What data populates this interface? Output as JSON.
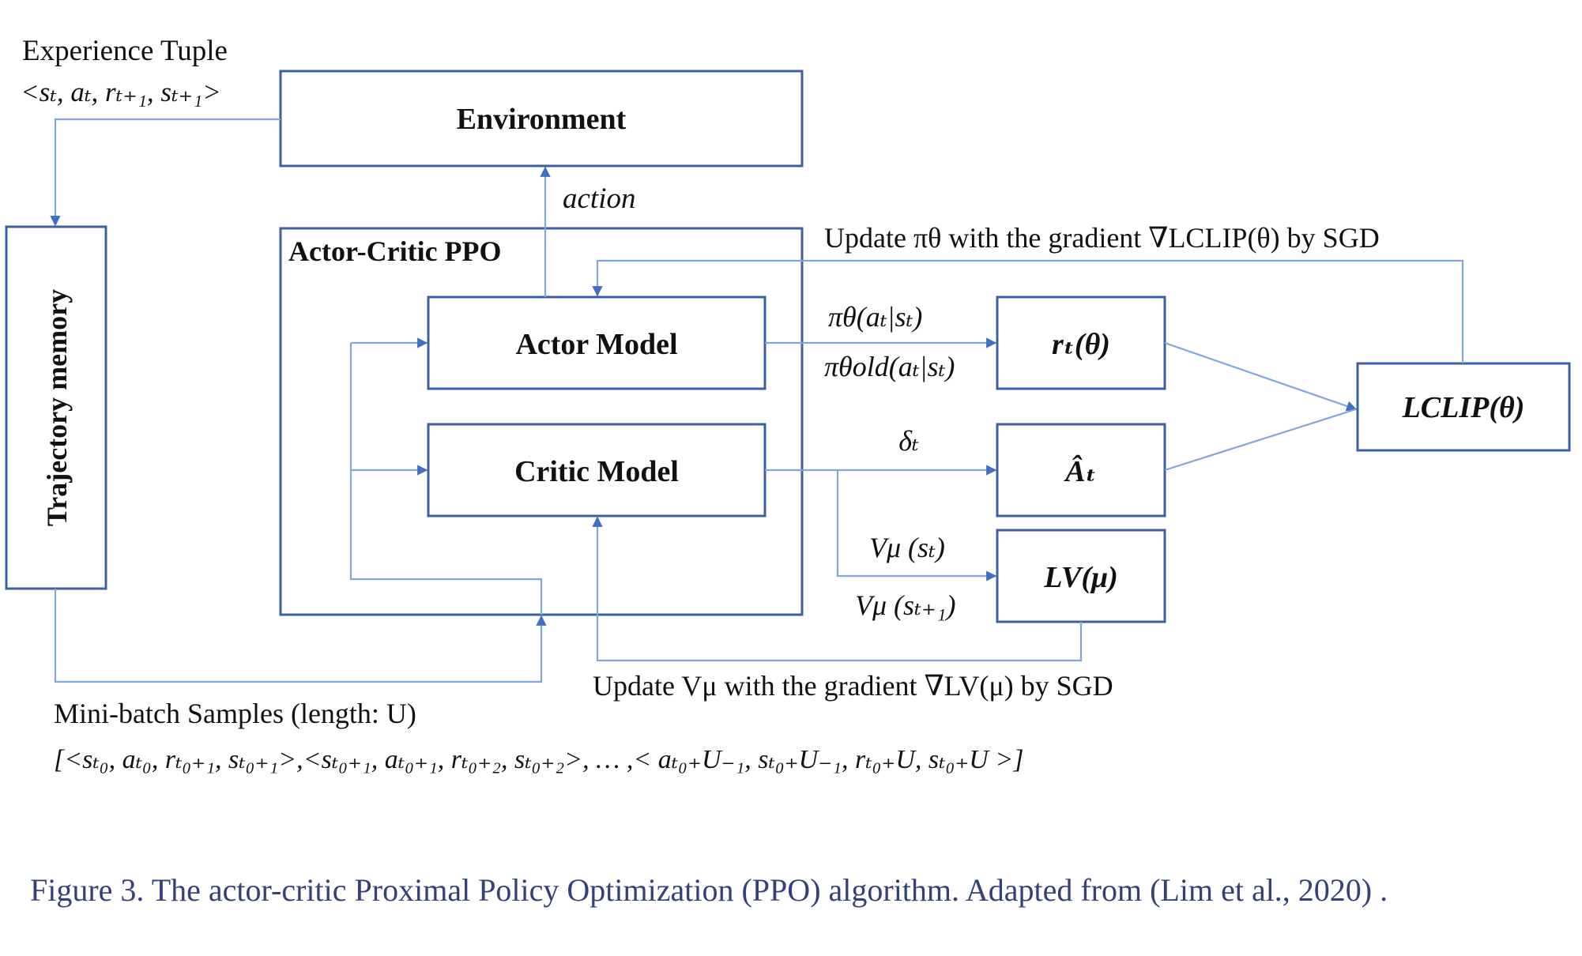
{
  "colors": {
    "box_stroke": "#3d5fa3",
    "arrow": "#7fa6dd",
    "caption": "#34407a"
  },
  "labels": {
    "experience_tuple": "Experience Tuple",
    "experience_tuple_math": "<sₜ, aₜ, rₜ₊₁, sₜ₊₁>",
    "environment": "Environment",
    "action": "action",
    "trajectory_memory": "Trajectory memory",
    "actor_critic_ppo": "Actor-Critic PPO",
    "actor_model": "Actor Model",
    "critic_model": "Critic Model",
    "update_policy": "Update πθ with the gradient ∇LCLIP(θ) by SGD",
    "pi_theta": "πθ(aₜ|sₜ)",
    "pi_theta_old": "πθold(aₜ|sₜ)",
    "ratio": "rₜ(θ)",
    "delta": "δₜ",
    "advantage": "Âₜ",
    "value_st": "Vμ (sₜ)",
    "value_st1": "Vμ (sₜ₊₁)",
    "value_loss": "LV(μ)",
    "clip_loss": "LCLIP(θ)",
    "update_value": "Update Vμ with the gradient ∇LV(μ) by SGD",
    "minibatch_title": "Mini-batch Samples (length: U)",
    "minibatch_math": "[<sₜ₀, aₜ₀, rₜ₀₊₁, sₜ₀₊₁>,<sₜ₀₊₁, aₜ₀₊₁, rₜ₀₊₂, sₜ₀₊₂>, … ,< aₜ₀₊U₋₁, sₜ₀₊U₋₁, rₜ₀₊U, sₜ₀₊U >]"
  },
  "caption": "Figure 3. The actor-critic Proximal Policy Optimization (PPO) algorithm. Adapted from (Lim et al., 2020) ."
}
